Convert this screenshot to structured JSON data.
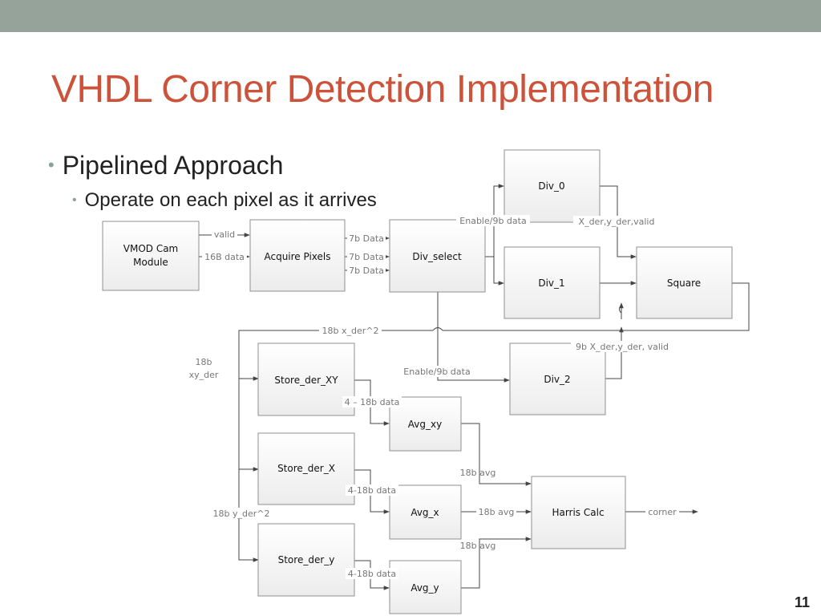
{
  "slide": {
    "title": "VHDL Corner Detection Implementation",
    "bullet_1": "Pipelined Approach",
    "bullet_2": "Operate on each pixel as it arrives",
    "page_number": "11"
  },
  "diagram": {
    "blocks": {
      "vmod": [
        "VMOD Cam",
        "Module"
      ],
      "acquire": "Acquire Pixels",
      "div_select": "Div_select",
      "div_0": "Div_0",
      "div_1": "Div_1",
      "square": "Square",
      "div_2": "Div_2",
      "store_xy": "Store_der_XY",
      "store_x": "Store_der_X",
      "store_y": "Store_der_y",
      "avg_xy": "Avg_xy",
      "avg_x": "Avg_x",
      "avg_y": "Avg_y",
      "harris": "Harris Calc"
    },
    "signals": {
      "valid": "valid",
      "data_16b": "16B data",
      "data_7b_1": "7b Data",
      "data_7b_2": "7b Data",
      "data_7b_3": "7b Data",
      "enable_9b_top": "Enable/9b data",
      "der_top": "X_der,y_der,valid",
      "x_der_sq": "18b x_der^2",
      "xy_der": [
        "18b",
        "xy_der"
      ],
      "der_9b": "9b X_der,y_der, valid",
      "enable_9b_mid": "Enable/9b data",
      "data_4_18b_1": "4 – 18b data",
      "data_4_18b_2": "4-18b data",
      "data_4_18b_3": "4-18b data",
      "y_der_sq": "18b y_der^2",
      "avg_1": "18b avg",
      "avg_2": "18b avg",
      "avg_3": "18b avg",
      "corner": "corner"
    }
  }
}
